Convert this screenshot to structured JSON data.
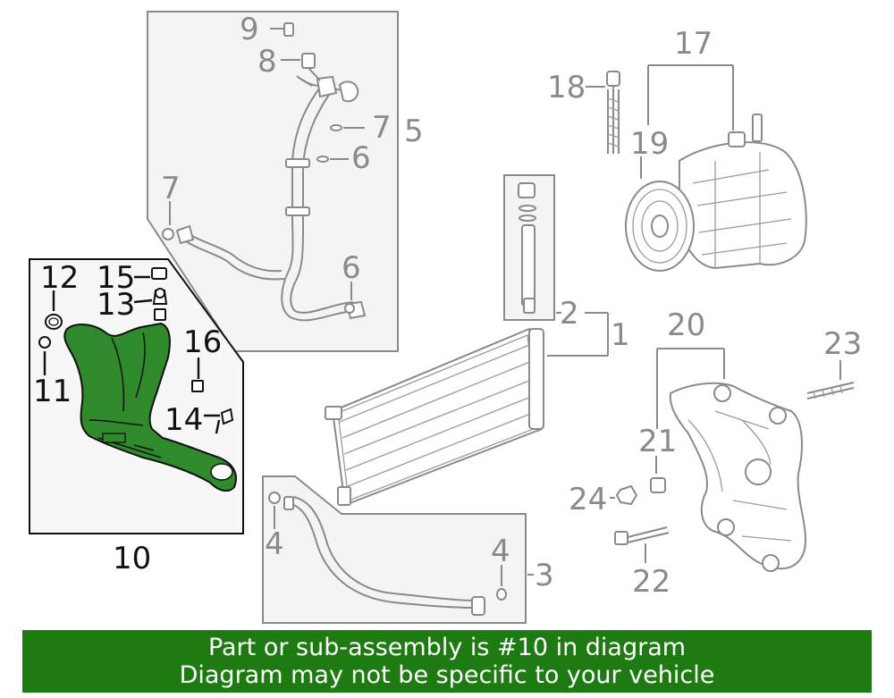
{
  "callouts": {
    "c1": "1",
    "c2": "2",
    "c3": "3",
    "c4a": "4",
    "c4b": "4",
    "c5": "5",
    "c6a": "6",
    "c6b": "6",
    "c7a": "7",
    "c7b": "7",
    "c8": "8",
    "c9": "9",
    "c10": "10",
    "c11": "11",
    "c12": "12",
    "c13": "13",
    "c14": "14",
    "c15": "15",
    "c16": "16",
    "c17": "17",
    "c18": "18",
    "c19": "19",
    "c20": "20",
    "c21": "21",
    "c22": "22",
    "c23": "23",
    "c24": "24"
  },
  "highlight": {
    "part_number": "10",
    "color": "#2f8a2b"
  },
  "banner": {
    "line1": "Part or sub-assembly is #10 in diagram",
    "line2": "Diagram may not be specific to your vehicle",
    "background": "#1e7b12"
  },
  "colors": {
    "other_parts": "#8a8a8a",
    "highlighted_labels": "#111111"
  }
}
